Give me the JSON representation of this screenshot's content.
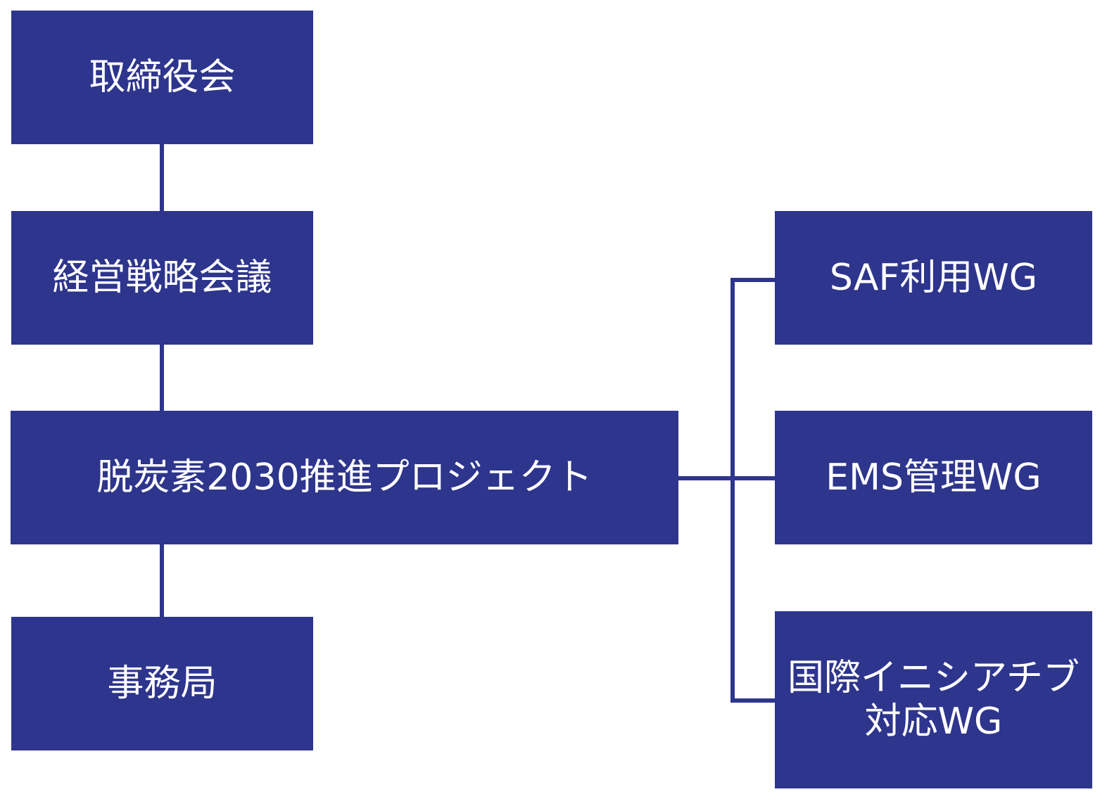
{
  "colors": {
    "node_fill": "#2e358c",
    "node_text": "#ffffff",
    "connector": "#2e358c",
    "background": "#ffffff"
  },
  "nodes": {
    "board": {
      "label": "取締役会"
    },
    "strategy_meeting": {
      "label": "経営戦略会議"
    },
    "project": {
      "label": "脱炭素2030推進プロジェクト"
    },
    "secretariat": {
      "label": "事務局"
    },
    "saf_wg": {
      "label": "SAF利用WG"
    },
    "ems_wg": {
      "label": "EMS管理WG"
    },
    "intl_wg": {
      "line1": "国際イニシアチブ",
      "line2": "対応WG"
    }
  }
}
